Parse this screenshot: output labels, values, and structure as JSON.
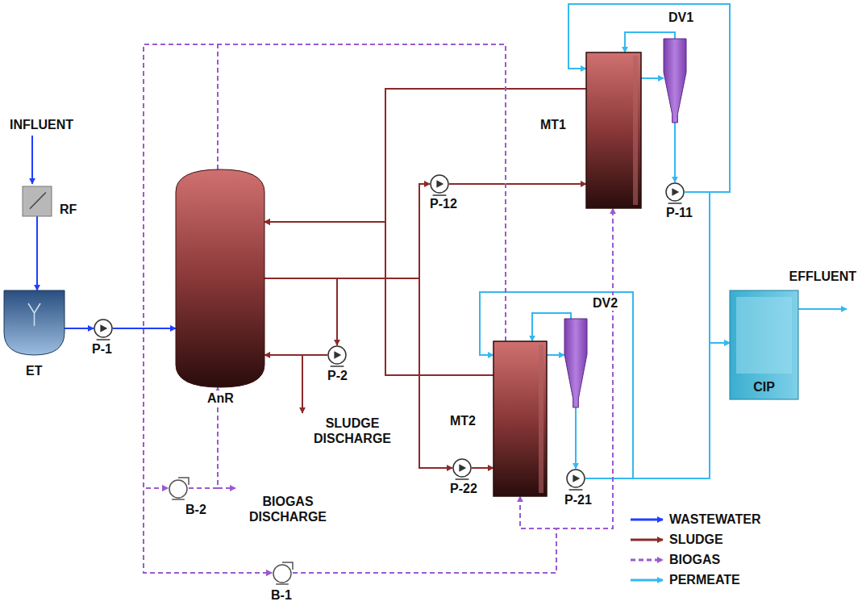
{
  "diagram": {
    "nodes": [
      {
        "text": [
          "RF"
        ]
      },
      {
        "text": [
          "ET"
        ]
      },
      {
        "text": [
          "P-1"
        ]
      },
      {
        "text": [
          "AnR"
        ]
      },
      {
        "text": [
          "P-2"
        ]
      },
      {
        "text": [
          "P-12"
        ]
      },
      {
        "text": [
          "MT1"
        ]
      },
      {
        "text": [
          "DV1"
        ]
      },
      {
        "text": [
          "P-11"
        ]
      },
      {
        "text": [
          "P-22"
        ]
      },
      {
        "text": [
          "MT2"
        ]
      },
      {
        "text": [
          "DV2"
        ]
      },
      {
        "text": [
          "P-21"
        ]
      },
      {
        "text": [
          "CIP"
        ]
      },
      {
        "text": [
          "B-2"
        ]
      },
      {
        "text": [
          "B-1"
        ]
      }
    ],
    "edges": [
      {
        "from": 0,
        "to": 1,
        "arrow": "to"
      },
      {
        "from": 1,
        "to": 2,
        "arrow": "to"
      },
      {
        "from": 2,
        "to": 3,
        "arrow": "to"
      },
      {
        "from": 3,
        "to": 4,
        "arrow": "to"
      },
      {
        "from": 4,
        "to": 3,
        "arrow": "to"
      },
      {
        "from": 3,
        "to": 5,
        "arrow": "to"
      },
      {
        "from": 5,
        "to": 6,
        "arrow": "to"
      },
      {
        "from": 3,
        "to": 9,
        "arrow": "to"
      },
      {
        "from": 9,
        "to": 10,
        "arrow": "to"
      },
      {
        "from": 6,
        "to": 3,
        "arrow": "to"
      },
      {
        "from": 10,
        "to": 3,
        "arrow": "to"
      },
      {
        "from": 6,
        "to": 7,
        "arrow": "to"
      },
      {
        "from": 7,
        "to": 6,
        "arrow": "to"
      },
      {
        "from": 7,
        "to": 8,
        "arrow": "to"
      },
      {
        "from": 8,
        "to": 6,
        "arrow": "to"
      },
      {
        "from": 8,
        "to": 13,
        "arrow": "to"
      },
      {
        "from": 10,
        "to": 11,
        "arrow": "to"
      },
      {
        "from": 11,
        "to": 10,
        "arrow": "to"
      },
      {
        "from": 11,
        "to": 12,
        "arrow": "to"
      },
      {
        "from": 12,
        "to": 10,
        "arrow": "to"
      },
      {
        "from": 12,
        "to": 13,
        "arrow": "to"
      },
      {
        "from": 3,
        "to": 15,
        "arrow": "to"
      },
      {
        "from": 3,
        "to": 14,
        "arrow": "to"
      },
      {
        "from": 10,
        "to": 15,
        "arrow": "to"
      },
      {
        "from": 10,
        "to": 14,
        "arrow": "to"
      },
      {
        "from": 14,
        "to": 3,
        "arrow": "to"
      },
      {
        "from": 15,
        "to": 10,
        "arrow": "to"
      },
      {
        "from": 15,
        "to": 6,
        "arrow": "to"
      }
    ],
    "labels": [
      "INFLUENT",
      "EFFLUENT",
      "SLUDGE DISCHARGE",
      "BIOGAS DISCHARGE"
    ],
    "legend": [
      {
        "text": "WASTEWATER"
      },
      {
        "text": "SLUDGE"
      },
      {
        "text": "BIOGAS"
      },
      {
        "text": "PERMEATE"
      }
    ]
  }
}
